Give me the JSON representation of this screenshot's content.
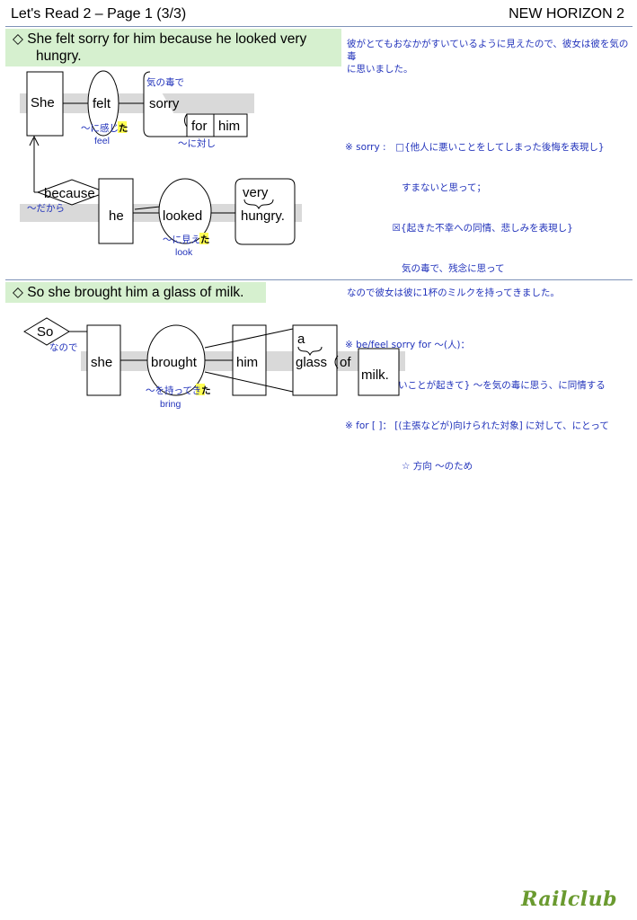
{
  "header": {
    "title": "Let's Read 2 – Page 1 (3/3)",
    "textbook": "NEW HORIZON 2"
  },
  "section1": {
    "diamond": "◇",
    "sentence_line1": "She felt sorry for him because he looked very",
    "sentence_line2": "hungry.",
    "translation_line1": "彼がとてもおなかがすいているように見えたので、彼女は彼を気の毒",
    "translation_line2": "に思いました。",
    "diagram": {
      "she": "She",
      "felt": "felt",
      "sorry": "sorry",
      "for": "for",
      "him": "him",
      "kinodokude": "気の毒で",
      "ni_kanjita_pre": "～に感じ",
      "ta": "た",
      "feel": "feel",
      "ni_taishi": "～に対し",
      "because": "because",
      "dakara": "～だから",
      "he": "he",
      "looked": "looked",
      "very": "very",
      "hungry": "hungry.",
      "ni_mieta_pre": "～に見え",
      "look": "look"
    },
    "notes": [
      "※ sorry :　□{他人に悪いことをしてしまった後悔を表現し}",
      "　　　　　　すまないと思って；",
      "　　　　　☒{起きた不幸への同情、悲しみを表現し}",
      "　　　　　　気の毒で、残念に思って",
      "",
      "※ be/feel sorry for ～(人)：",
      "　　{～に悪いことが起きて} ～を気の毒に思う、に同情する",
      "※ for [ ]： [(主張などが)向けられた対象] に対して、にとって",
      "　　　　　　☆ 方向 ～のため"
    ]
  },
  "section2": {
    "diamond": "◇",
    "sentence": "So she brought him a glass of milk.",
    "translation": "なので彼女は彼に1杯のミルクを持ってきました。",
    "diagram": {
      "so": "So",
      "node": "なので",
      "she": "she",
      "brought": "brought",
      "him": "him",
      "a": "a",
      "glass": "glass",
      "of": "of",
      "milk": "milk.",
      "wo_mottekita_pre": "～を持ってき",
      "ta": "た",
      "bring": "bring"
    }
  },
  "logo": "Railclub",
  "colors": {
    "sentence_bg": "#d6f0cf",
    "jp_text": "#2233bb",
    "highlight": "#ffff55",
    "gray_band": "#d9d9d9",
    "rule": "#7f93b8"
  }
}
